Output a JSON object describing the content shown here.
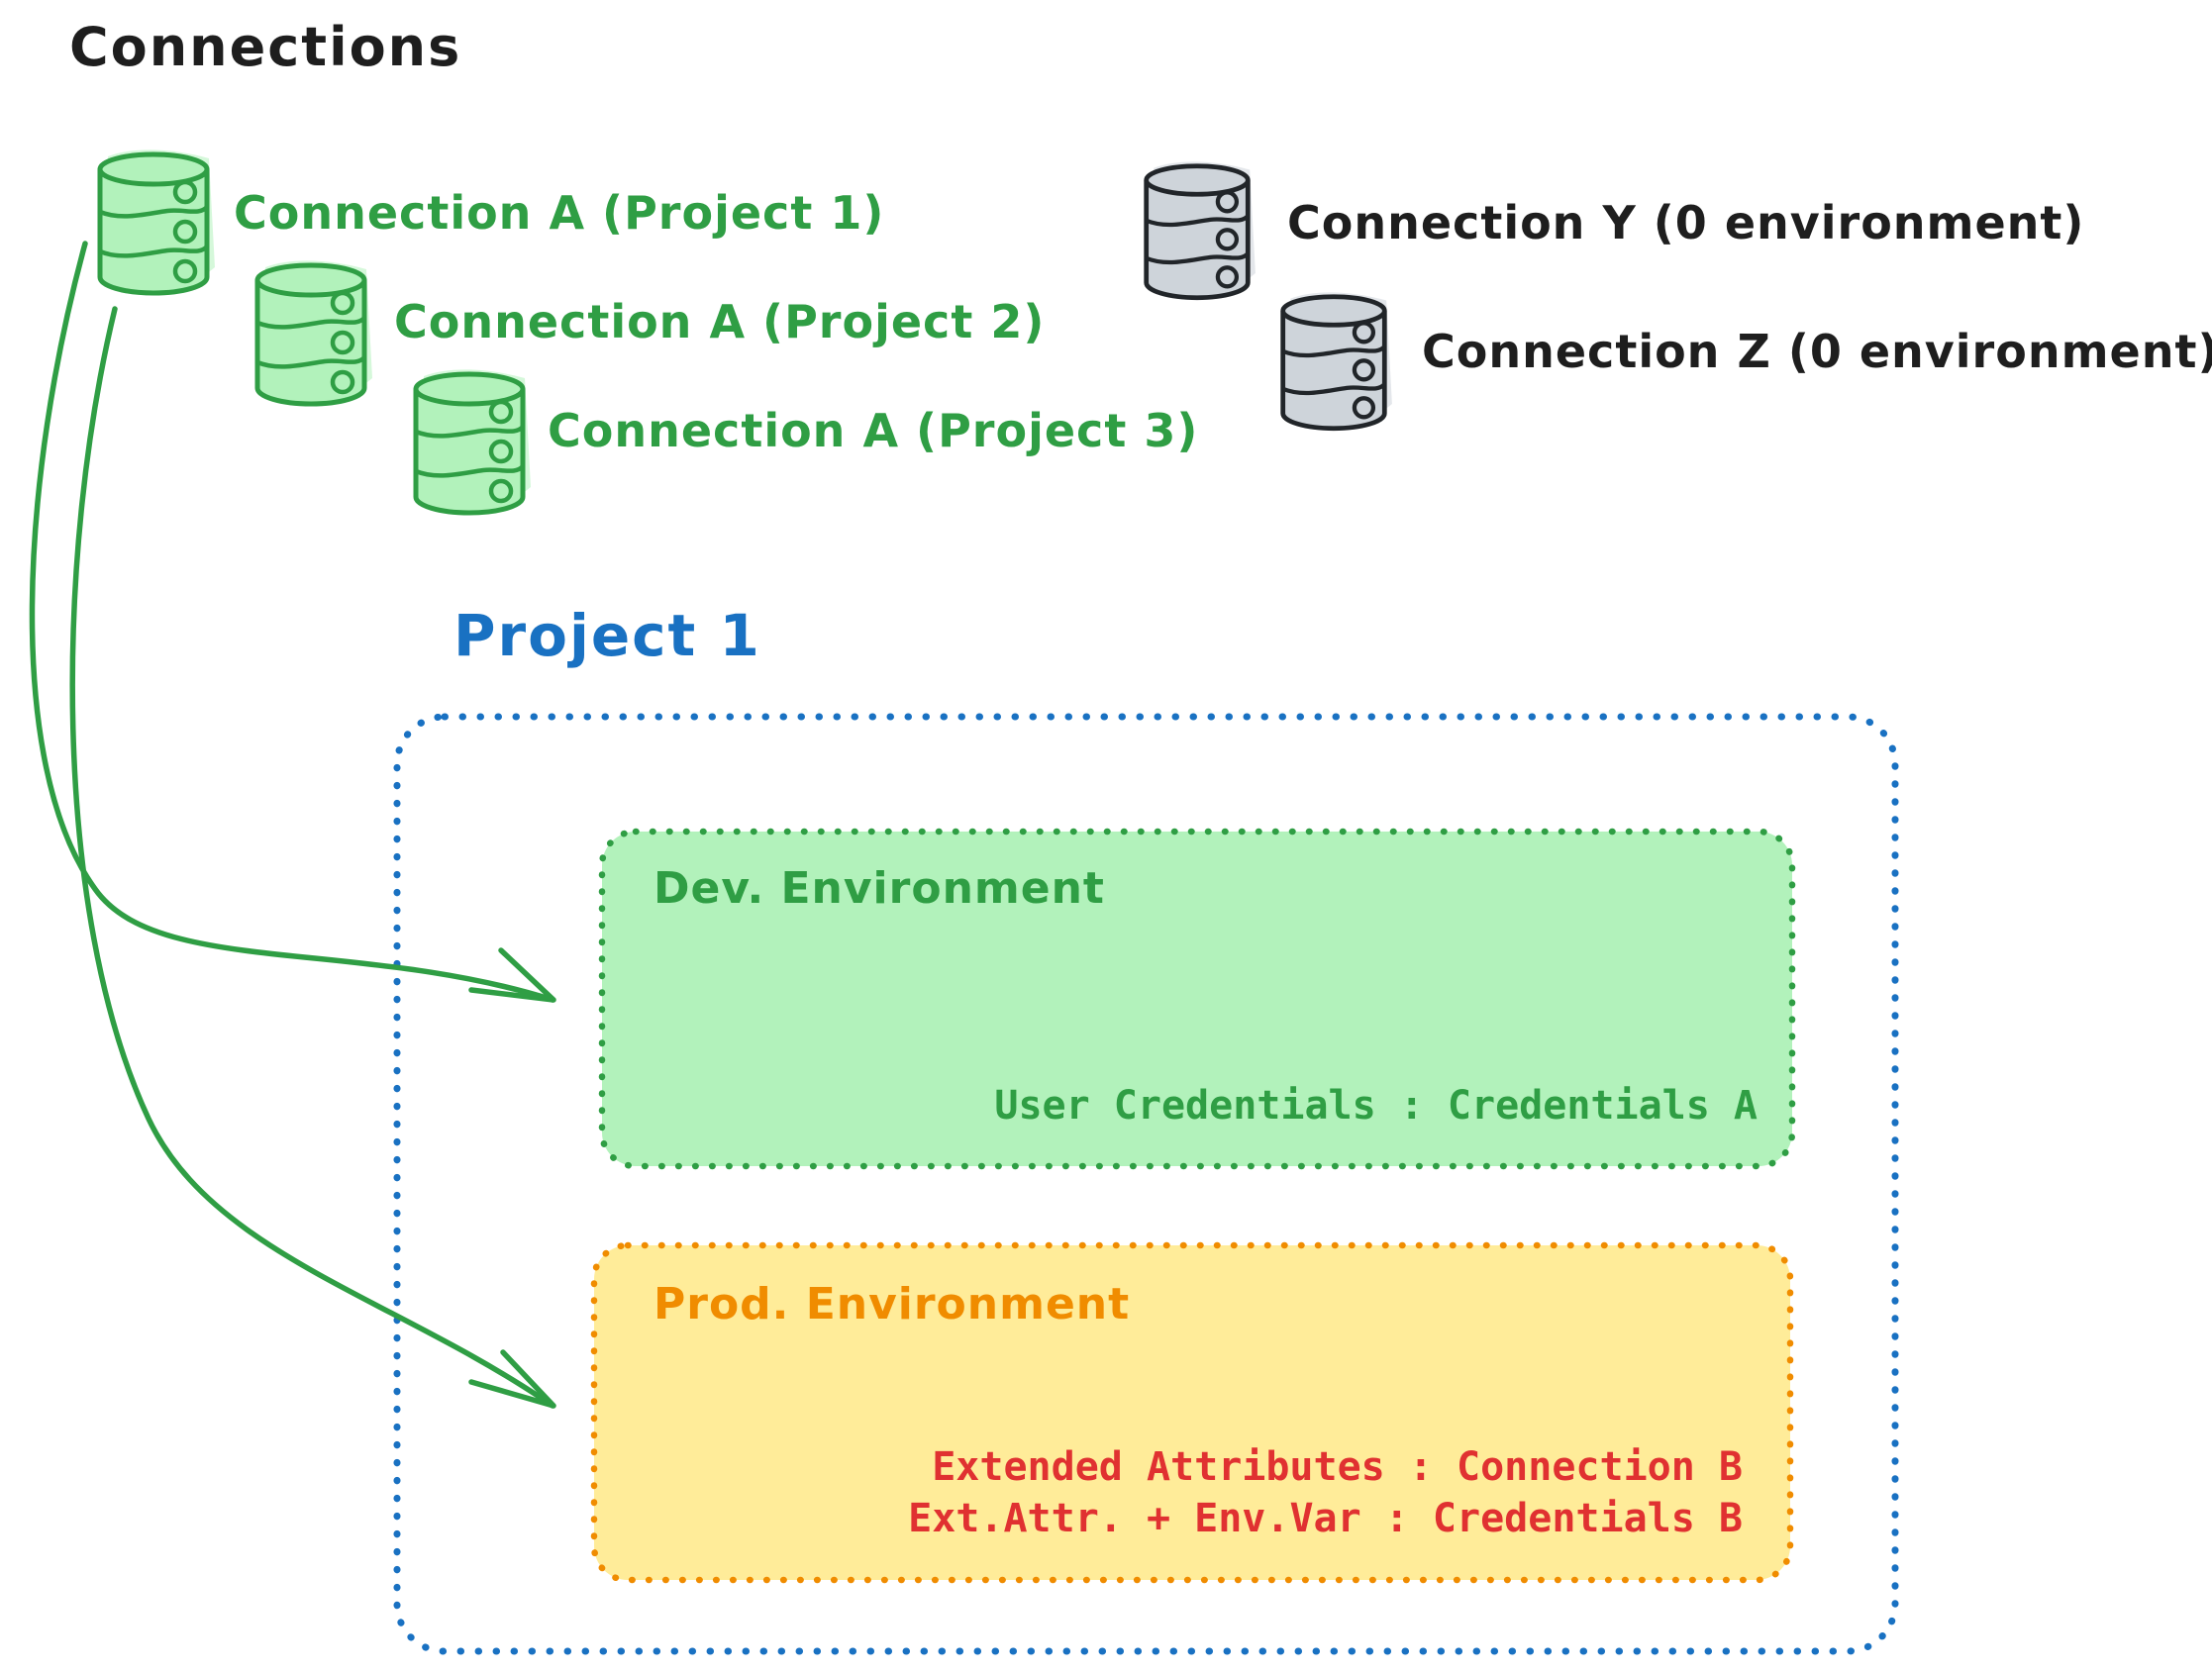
{
  "page": {
    "title": "Connections"
  },
  "palette": {
    "green": "#2f9e44",
    "green_fill": "#b2f2bb",
    "blue": "#1971c2",
    "orange": "#f08c00",
    "yellow_fill": "#ffec99",
    "red": "#e03131",
    "ink": "#1e1e1e",
    "gray_fill": "#ced4da"
  },
  "connections": {
    "assigned": [
      {
        "icon": "database-icon",
        "color": "green",
        "label": "Connection A (Project 1)"
      },
      {
        "icon": "database-icon",
        "color": "green",
        "label": "Connection A (Project 2)"
      },
      {
        "icon": "database-icon",
        "color": "green",
        "label": "Connection A (Project 3)"
      }
    ],
    "unassigned": [
      {
        "icon": "database-icon",
        "color": "gray",
        "label": "Connection Y (0 environment)"
      },
      {
        "icon": "database-icon",
        "color": "gray",
        "label": "Connection Z (0 environment)"
      }
    ]
  },
  "project": {
    "title": "Project 1",
    "dev_environment": {
      "title": "Dev. Environment",
      "credential_line": "User Credentials : Credentials A"
    },
    "prod_environment": {
      "title": "Prod. Environment",
      "credential_lines": [
        "Extended Attributes : Connection B",
        "Ext.Attr. + Env.Var : Credentials B"
      ]
    }
  }
}
